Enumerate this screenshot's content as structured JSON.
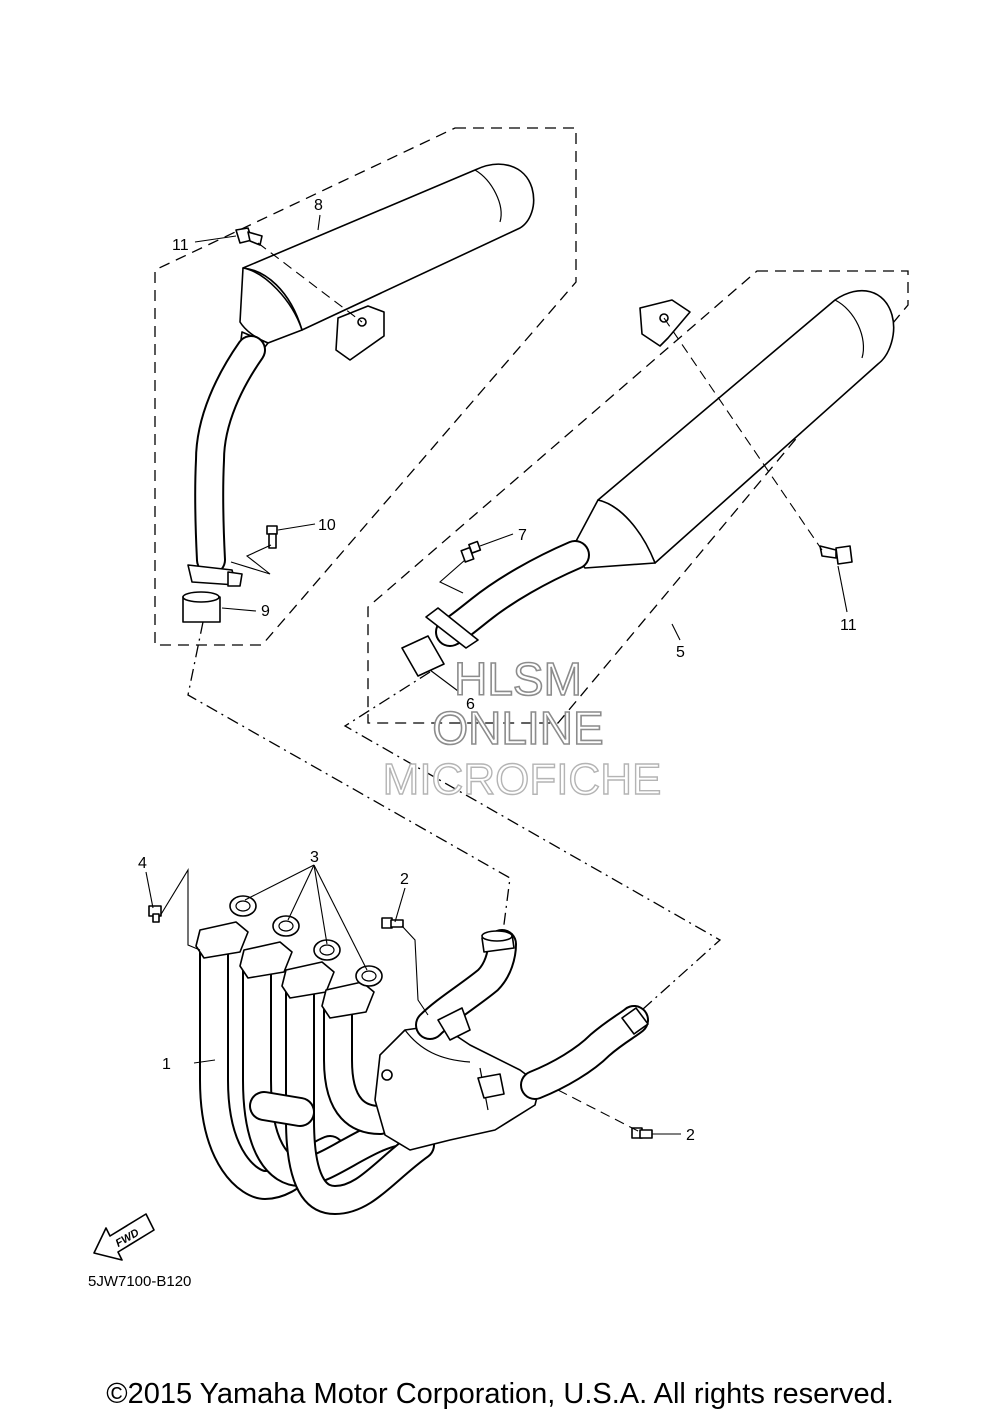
{
  "diagram": {
    "callouts": {
      "c1": "1",
      "c2a": "2",
      "c2b": "2",
      "c3": "3",
      "c4": "4",
      "c5": "5",
      "c6": "6",
      "c7": "7",
      "c8": "8",
      "c9": "9",
      "c10": "10",
      "c11a": "11",
      "c11b": "11"
    },
    "fwd_label": "FWD",
    "reference_code": "5JW7100-B120",
    "watermark": {
      "line1": "HLSM",
      "line2": "ONLINE",
      "line3": "MICROFICHE"
    }
  },
  "footer": {
    "copyright": "©2015 Yamaha Motor Corporation, U.S.A. All rights reserved."
  }
}
